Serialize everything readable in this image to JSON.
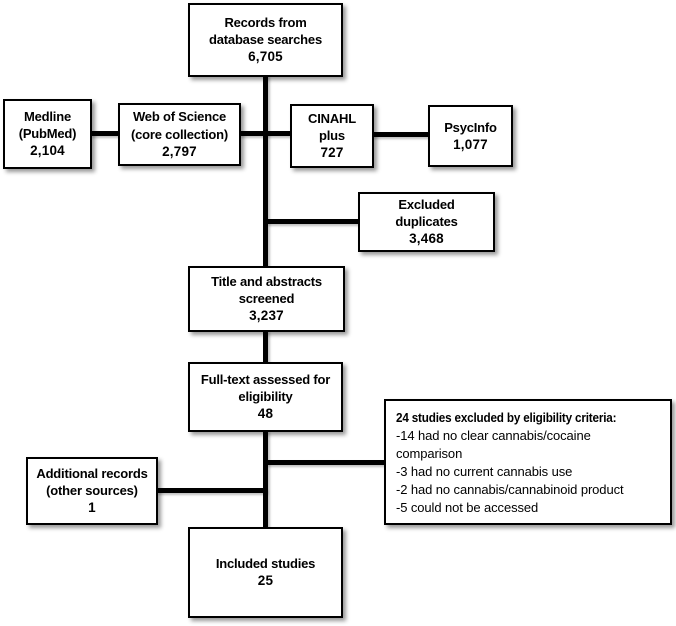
{
  "colors": {
    "border": "#000000",
    "line": "#000000",
    "background": "#ffffff",
    "text": "#000000"
  },
  "boxes": {
    "records": {
      "line1": "Records from",
      "line2": "database searches",
      "count": "6,705"
    },
    "medline": {
      "line1": "Medline",
      "line2": "(PubMed)",
      "count": "2,104"
    },
    "web_of_science": {
      "line1": "Web of Science",
      "line2": "(core collection)",
      "count": "2,797"
    },
    "cinahl": {
      "line1": "CINAHL",
      "line2": "plus",
      "count": "727"
    },
    "psycinfo": {
      "line1": "PsycInfo",
      "count": "1,077"
    },
    "excluded_duplicates": {
      "line1": "Excluded",
      "line2": "duplicates",
      "count": "3,468"
    },
    "screened": {
      "line1": "Title and abstracts",
      "line2": "screened",
      "count": "3,237"
    },
    "full_text": {
      "line1": "Full-text assessed for",
      "line2": "eligibility",
      "count": "48"
    },
    "additional_records": {
      "line1": "Additional records",
      "line2": "(other sources)",
      "count": "1"
    },
    "included": {
      "line1": "Included studies",
      "count": "25"
    }
  },
  "exclusion_criteria": {
    "heading": "24 studies excluded by eligibility criteria:",
    "items": [
      "-14 had no clear cannabis/cocaine comparison",
      "-3 had no current cannabis use",
      "-2 had no cannabis/cannabinoid product",
      "-5 could not be accessed"
    ]
  }
}
